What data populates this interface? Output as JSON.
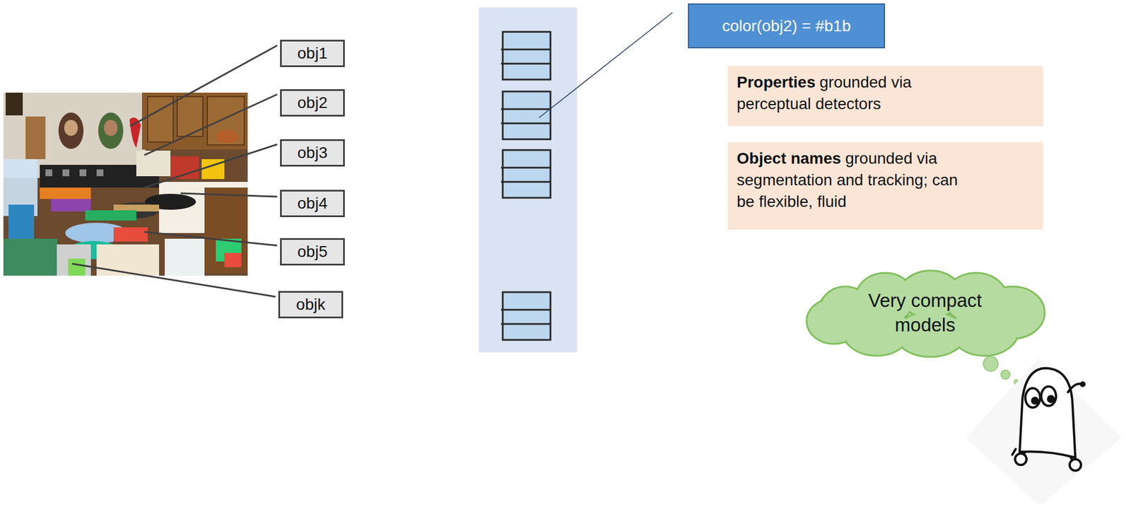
{
  "diagram": {
    "nodes": [
      {
        "text": [
          "obj1"
        ]
      },
      {
        "text": [
          "obj2"
        ]
      },
      {
        "text": [
          "obj3"
        ]
      },
      {
        "text": [
          "obj4"
        ]
      },
      {
        "text": [
          "obj5"
        ]
      },
      {
        "text": [
          "objk"
        ]
      },
      {
        "text": [
          "color(obj2) = #b1b"
        ]
      },
      {
        "text": [
          "Properties",
          "grounded via perceptual detectors"
        ]
      },
      {
        "text": [
          "Object names",
          "grounded via segmentation and tracking; can be flexible, fluid"
        ]
      },
      {
        "text": [
          "Very compact models"
        ]
      }
    ]
  }
}
